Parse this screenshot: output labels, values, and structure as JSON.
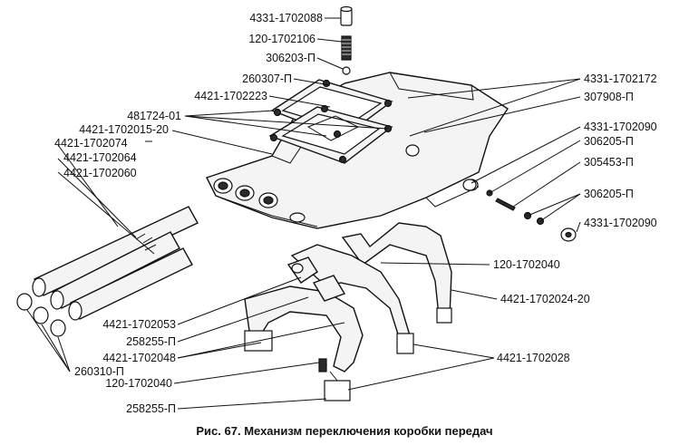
{
  "caption": "Рис. 67. Механизм переключения коробки передач",
  "labels": {
    "l01": "4331-1702088",
    "l02": "120-1702106",
    "l03": "306203-П",
    "l04": "260307-П",
    "l05": "4421-1702223",
    "l06": "481724-01",
    "l07": "4421-1702015-20",
    "l08": "4421-1702074",
    "l09": "4421-1702064",
    "l10": "4421-1702060",
    "l11": "4331-1702172",
    "l12": "307908-П",
    "l13": "4331-1702090",
    "l14": "306205-П",
    "l15": "305453-П",
    "l16": "306205-П",
    "l17": "4331-1702090",
    "l18": "120-1702040",
    "l19": "4421-1702024-20",
    "l20": "4421-1702053",
    "l21": "258255-П",
    "l22": "4421-1702048",
    "l23": "260310-П",
    "l24": "120-1702040",
    "l25": "4421-1702028",
    "l26": "258255-П"
  }
}
